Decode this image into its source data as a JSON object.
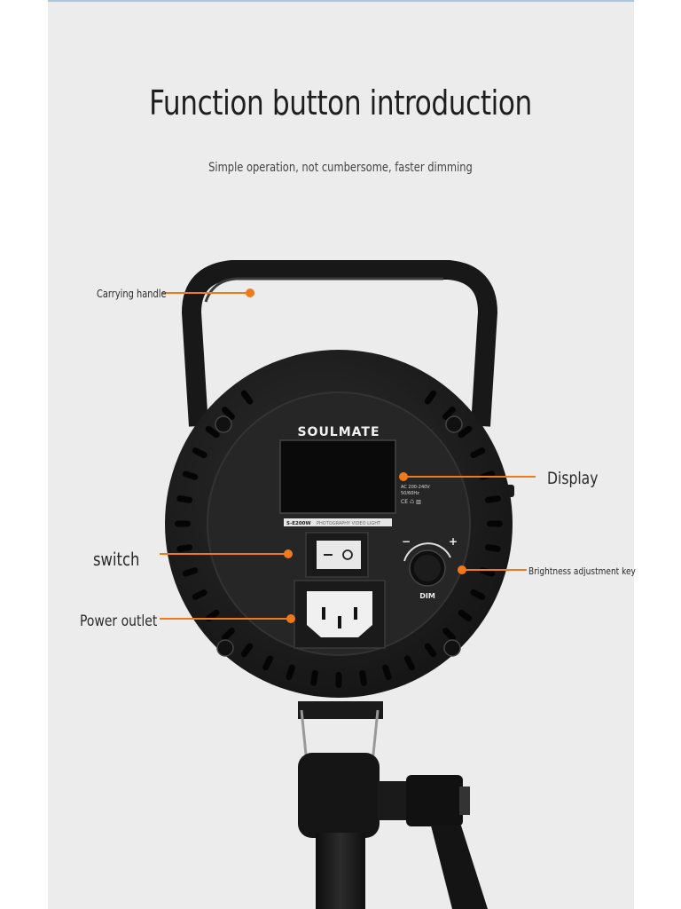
{
  "header": {
    "title": "Function button introduction",
    "subtitle": "Simple operation, not cumbersome, faster dimming"
  },
  "product": {
    "brand": "SOULMATE",
    "model": "S-E200W",
    "model_desc": "PHOTOGRAPHY VIDEO LIGHT",
    "spec_line1": "AC 200-240V",
    "spec_line2": "50/60Hz",
    "knob_label": "DIM",
    "minus": "−",
    "plus": "+"
  },
  "callouts": {
    "handle": "Carrying handle",
    "display": "Display",
    "switch": "switch",
    "brightness": "Brightness adjustment key",
    "power": "Power outlet"
  },
  "colors": {
    "accent": "#f07a1a",
    "panel": "#ececec",
    "device": "#1b1b1b"
  }
}
